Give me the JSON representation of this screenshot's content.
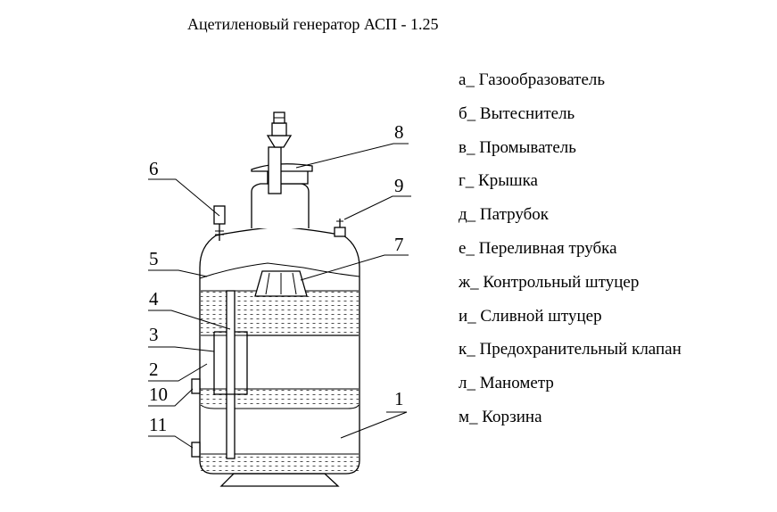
{
  "title": "Ацетиленовый генератор АСП - 1.25",
  "legend": [
    "а_ Газообразователь",
    "б_ Вытеснитель",
    "в_ Промыватель",
    "г_ Крышка",
    "д_ Патрубок",
    "е_ Переливная трубка",
    "ж_ Контрольный штуцер",
    "и_ Сливной штуцер",
    "к_ Предохранительный клапан",
    "л_ Манометр",
    "м_ Корзина"
  ],
  "callouts": [
    "1",
    "2",
    "3",
    "4",
    "5",
    "6",
    "7",
    "8",
    "9",
    "10",
    "11"
  ]
}
